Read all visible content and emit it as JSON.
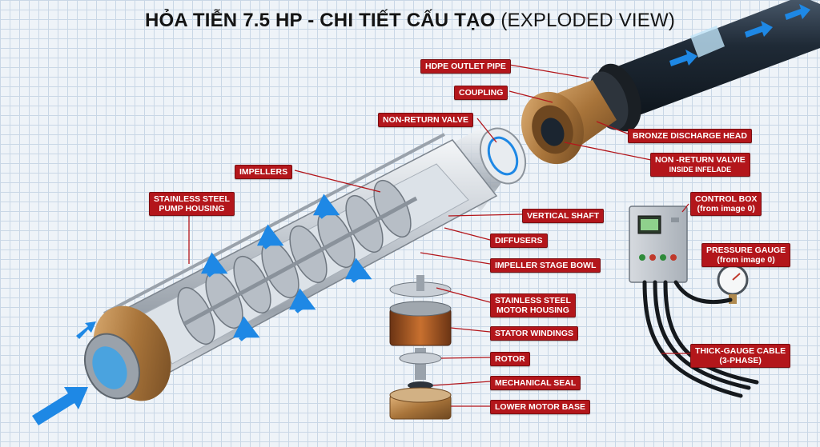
{
  "title": {
    "main": "HỎA TIỄN 7.5 HP - CHI TIẾT CẤU TẠO",
    "sub": " (EXPLODED VIEW)"
  },
  "labels": {
    "hdpe_outlet_pipe": "HDPE OUTLET PIPE",
    "coupling": "COUPLING",
    "non_return_valve": "NON-RETURN VALVE",
    "bronze_discharge_head": "BRONZE DISCHARGE HEAD",
    "non_return_valve_inside_1": "NON -RETURN VALVIE",
    "non_return_valve_inside_2": "INSIDE INFELADE",
    "impellers": "IMPELLERS",
    "stainless_pump_housing_1": "STAINLESS STEEL",
    "stainless_pump_housing_2": "PUMP HOUSING",
    "vertical_shaft": "VERTICAL SHAFT",
    "diffusers": "DIFFUSERS",
    "impeller_stage_bowl": "IMPELLER STAGE BOWL",
    "control_box_1": "CONTROL BOX",
    "control_box_2": "(from image 0)",
    "pressure_gauge_1": "PRESSURE GAUGE",
    "pressure_gauge_2": "(from image 0)",
    "stainless_motor_housing_1": "STAINLESS STEEL",
    "stainless_motor_housing_2": "MOTOR HOUSING",
    "stator_windings": "STATOR WINDINGS",
    "rotor": "ROTOR",
    "mechanical_seal": "MECHANICAL SEAL",
    "lower_motor_base": "LOWER MOTOR BASE",
    "thick_gauge_cable_1": "THICK-GAUGE CABLE",
    "thick_gauge_cable_2": "(3-PHASE)"
  },
  "colors": {
    "label_bg": "#b3161b",
    "flow_arrow": "#1e88e5",
    "steel": "#c6ccd3",
    "bronze": "#a8743a",
    "pipe": "#1f2a36"
  }
}
